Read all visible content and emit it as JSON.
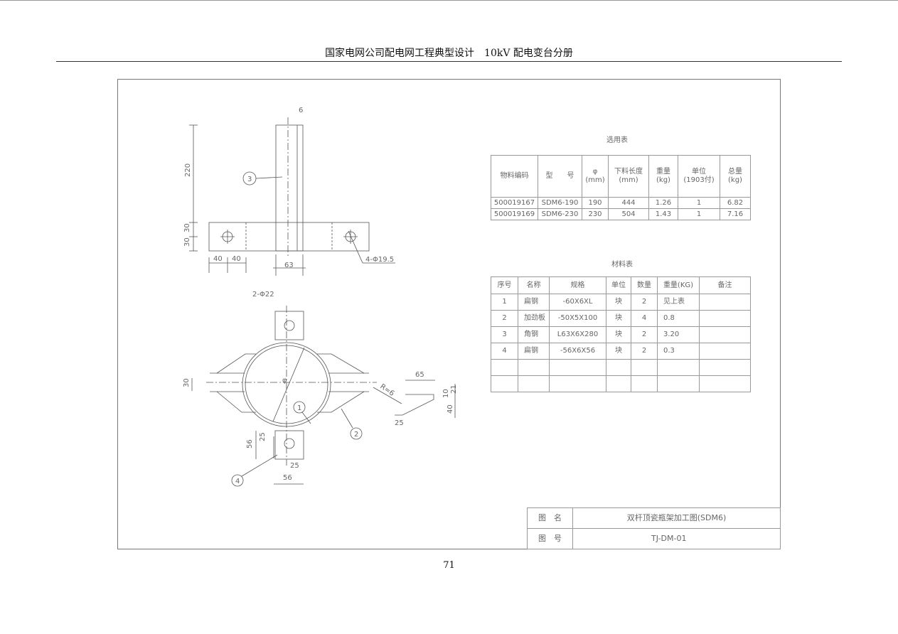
{
  "header": {
    "title": "国家电网公司配电网工程典型设计　10kV 配电变台分册"
  },
  "page_number": "71",
  "selection_table": {
    "title": "选用表",
    "headers": [
      "物料编码",
      "型　　号",
      "φ\n(mm)",
      "下料长度\n(mm)",
      "重量\n(kg)",
      "单位\n(1903付)",
      "总量\n(kg)"
    ],
    "rows": [
      [
        "500019167",
        "SDM6-190",
        "190",
        "444",
        "1.26",
        "1",
        "6.82"
      ],
      [
        "500019169",
        "SDM6-230",
        "230",
        "504",
        "1.43",
        "1",
        "7.16"
      ]
    ]
  },
  "material_table": {
    "title": "材料表",
    "headers": [
      "序号",
      "名称",
      "规格",
      "单位",
      "数量",
      "重量(KG)",
      "备注"
    ],
    "rows": [
      [
        "1",
        "扁钢",
        "-60X6XL",
        "块",
        "2",
        "见上表",
        ""
      ],
      [
        "2",
        "加劲板",
        "-50X5X100",
        "块",
        "4",
        "0.8",
        ""
      ],
      [
        "3",
        "角钢",
        "L63X6X280",
        "块",
        "2",
        "3.20",
        ""
      ],
      [
        "4",
        "扁钢",
        "-56X6X56",
        "块",
        "2",
        "0.3",
        ""
      ],
      [
        "",
        "",
        "",
        "",
        "",
        "",
        ""
      ],
      [
        "",
        "",
        "",
        "",
        "",
        "",
        ""
      ]
    ]
  },
  "title_block": {
    "name_label": "图　名",
    "name": "双杆顶瓷瓶架加工图(SDM6)",
    "number_label": "图　号",
    "number": "TJ-DM-01"
  },
  "drawing_labels": {
    "d6": "6",
    "d220": "220",
    "d30a": "30",
    "d30b": "30",
    "d40a": "40",
    "d40b": "40",
    "d63": "63",
    "hole1": "4-Φ19.5",
    "part3": "3",
    "hole2": "2-Φ22",
    "phi": "φ",
    "d30c": "30",
    "r": "R=6",
    "d65": "65",
    "d10": "10",
    "d21": "21",
    "d40c": "40",
    "d25a": "25",
    "part1": "1",
    "part2": "2",
    "d56a": "56",
    "d25b": "25",
    "d25c": "25",
    "d56b": "56",
    "part4": "4"
  }
}
